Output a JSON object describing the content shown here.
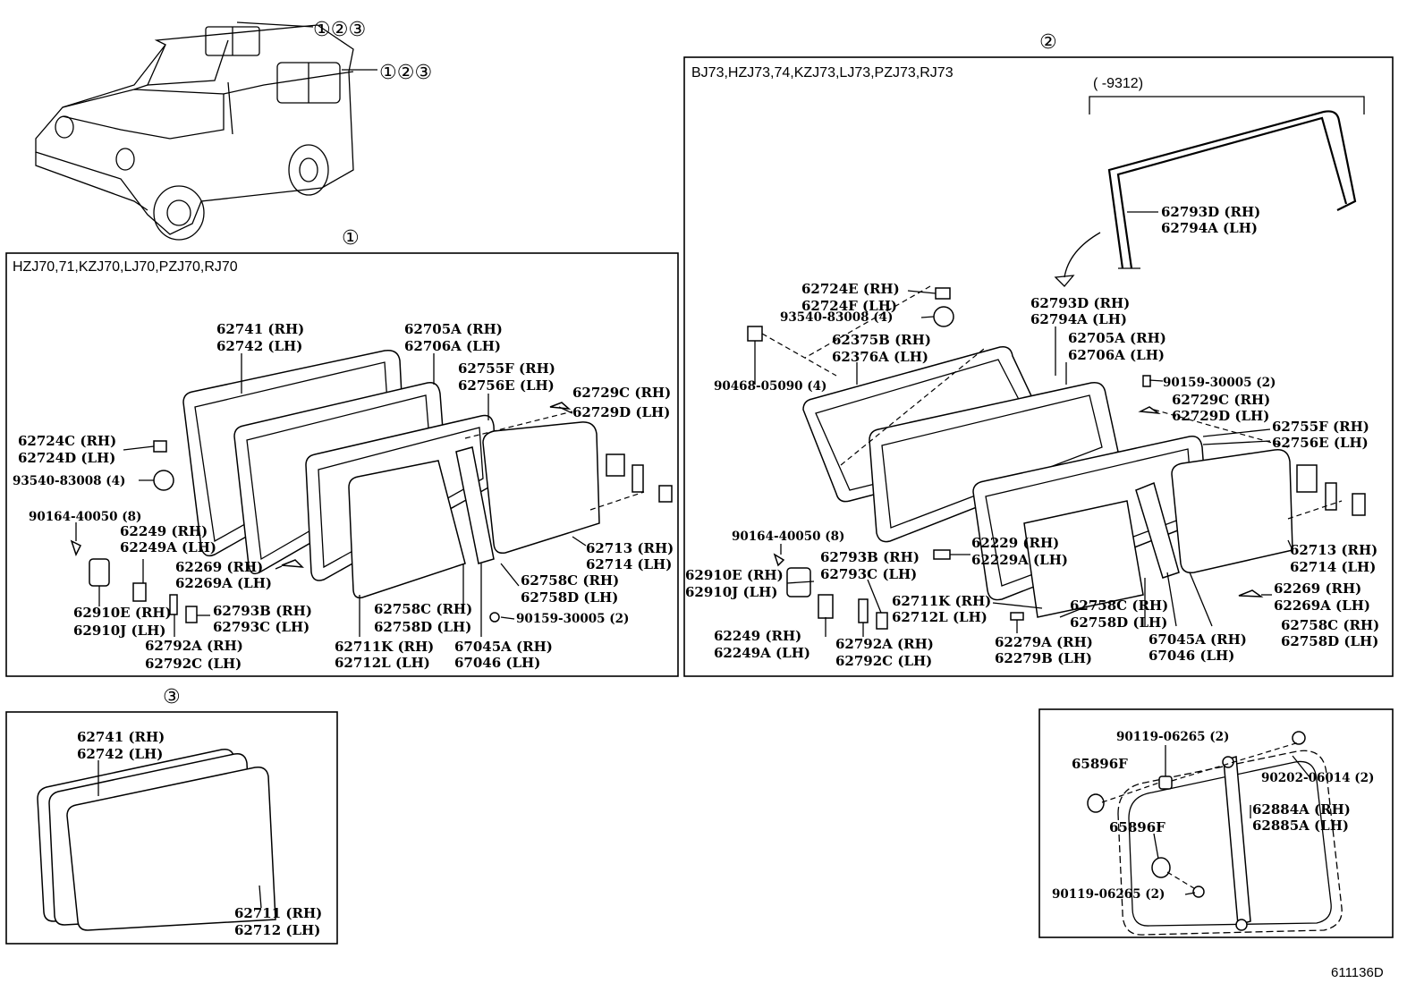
{
  "vehicle_callouts": [
    "①②③",
    "①②③"
  ],
  "sections": [
    {
      "marker": "①",
      "models": "HZJ70,71,KZJ70,LJ70,PZJ70,RJ70"
    },
    {
      "marker": "②",
      "models": "BJ73,HZJ73,74,KZJ73,LJ73,PZJ73,RJ73",
      "date_range": "(       -9312)"
    },
    {
      "marker": "③"
    }
  ],
  "section1_labels": [
    "62741 (RH)",
    "62742 (LH)",
    "62705A (RH)",
    "62706A (LH)",
    "62755F (RH)",
    "62756E (LH)",
    "62729C (RH)",
    "62729D (LH)",
    "62724C (RH)",
    "62724D (LH)",
    "93540-83008 (4)",
    "90164-40050 (8)",
    "62249   (RH)",
    "62249A (LH)",
    "62269   (RH)",
    "62269A (LH)",
    "62910E (RH)",
    "62910J (LH)",
    "62793B (RH)",
    "62793C (LH)",
    "62792A (RH)",
    "62792C (LH)",
    "62711K (RH)",
    "62712L (LH)",
    "62758C (RH)",
    "62758D (LH)",
    "62758C (RH)",
    "62758D (LH)",
    "67045A (RH)",
    "67046   (LH)",
    "90159-30005 (2)",
    "62713 (RH)",
    "62714 (LH)"
  ],
  "section2_labels": [
    "62793D (RH)",
    "62794A (LH)",
    "62724E (RH)",
    "62724F (LH)",
    "93540-83008 (4)",
    "62793D (RH)",
    "62794A (LH)",
    "62375B (RH)",
    "62376A (LH)",
    "62705A (RH)",
    "62706A (LH)",
    "90468-05090 (4)",
    "90159-30005 (2)",
    "62729C (RH)",
    "62729D (LH)",
    "62755F (RH)",
    "62756E (LH)",
    "90164-40050 (8)",
    "62910E (RH)",
    "62910J (LH)",
    "62793B (RH)",
    "62793C (LH)",
    "62229   (RH)",
    "62229A (LH)",
    "62713 (RH)",
    "62714 (LH)",
    "62711K (RH)",
    "62712L (LH)",
    "62758C (RH)",
    "62758D (LH)",
    "62269   (RH)",
    "62269A (LH)",
    "62249   (RH)",
    "62249A (LH)",
    "62792A (RH)",
    "62792C (LH)",
    "62279A (RH)",
    "62279B (LH)",
    "67045A (RH)",
    "67046   (LH)",
    "62758C (RH)",
    "62758D (LH)"
  ],
  "section3_labels": [
    "62741 (RH)",
    "62742 (LH)",
    "62711 (RH)",
    "62712 (LH)"
  ],
  "detail_labels": [
    "90119-06265 (2)",
    "65896F",
    "90202-06014 (2)",
    "62884A (RH)",
    "62885A (LH)",
    "65896F",
    "90119-06265 (2)"
  ],
  "figure_number": "611136D",
  "colors": {
    "ink": "#000000",
    "paper": "#ffffff"
  }
}
